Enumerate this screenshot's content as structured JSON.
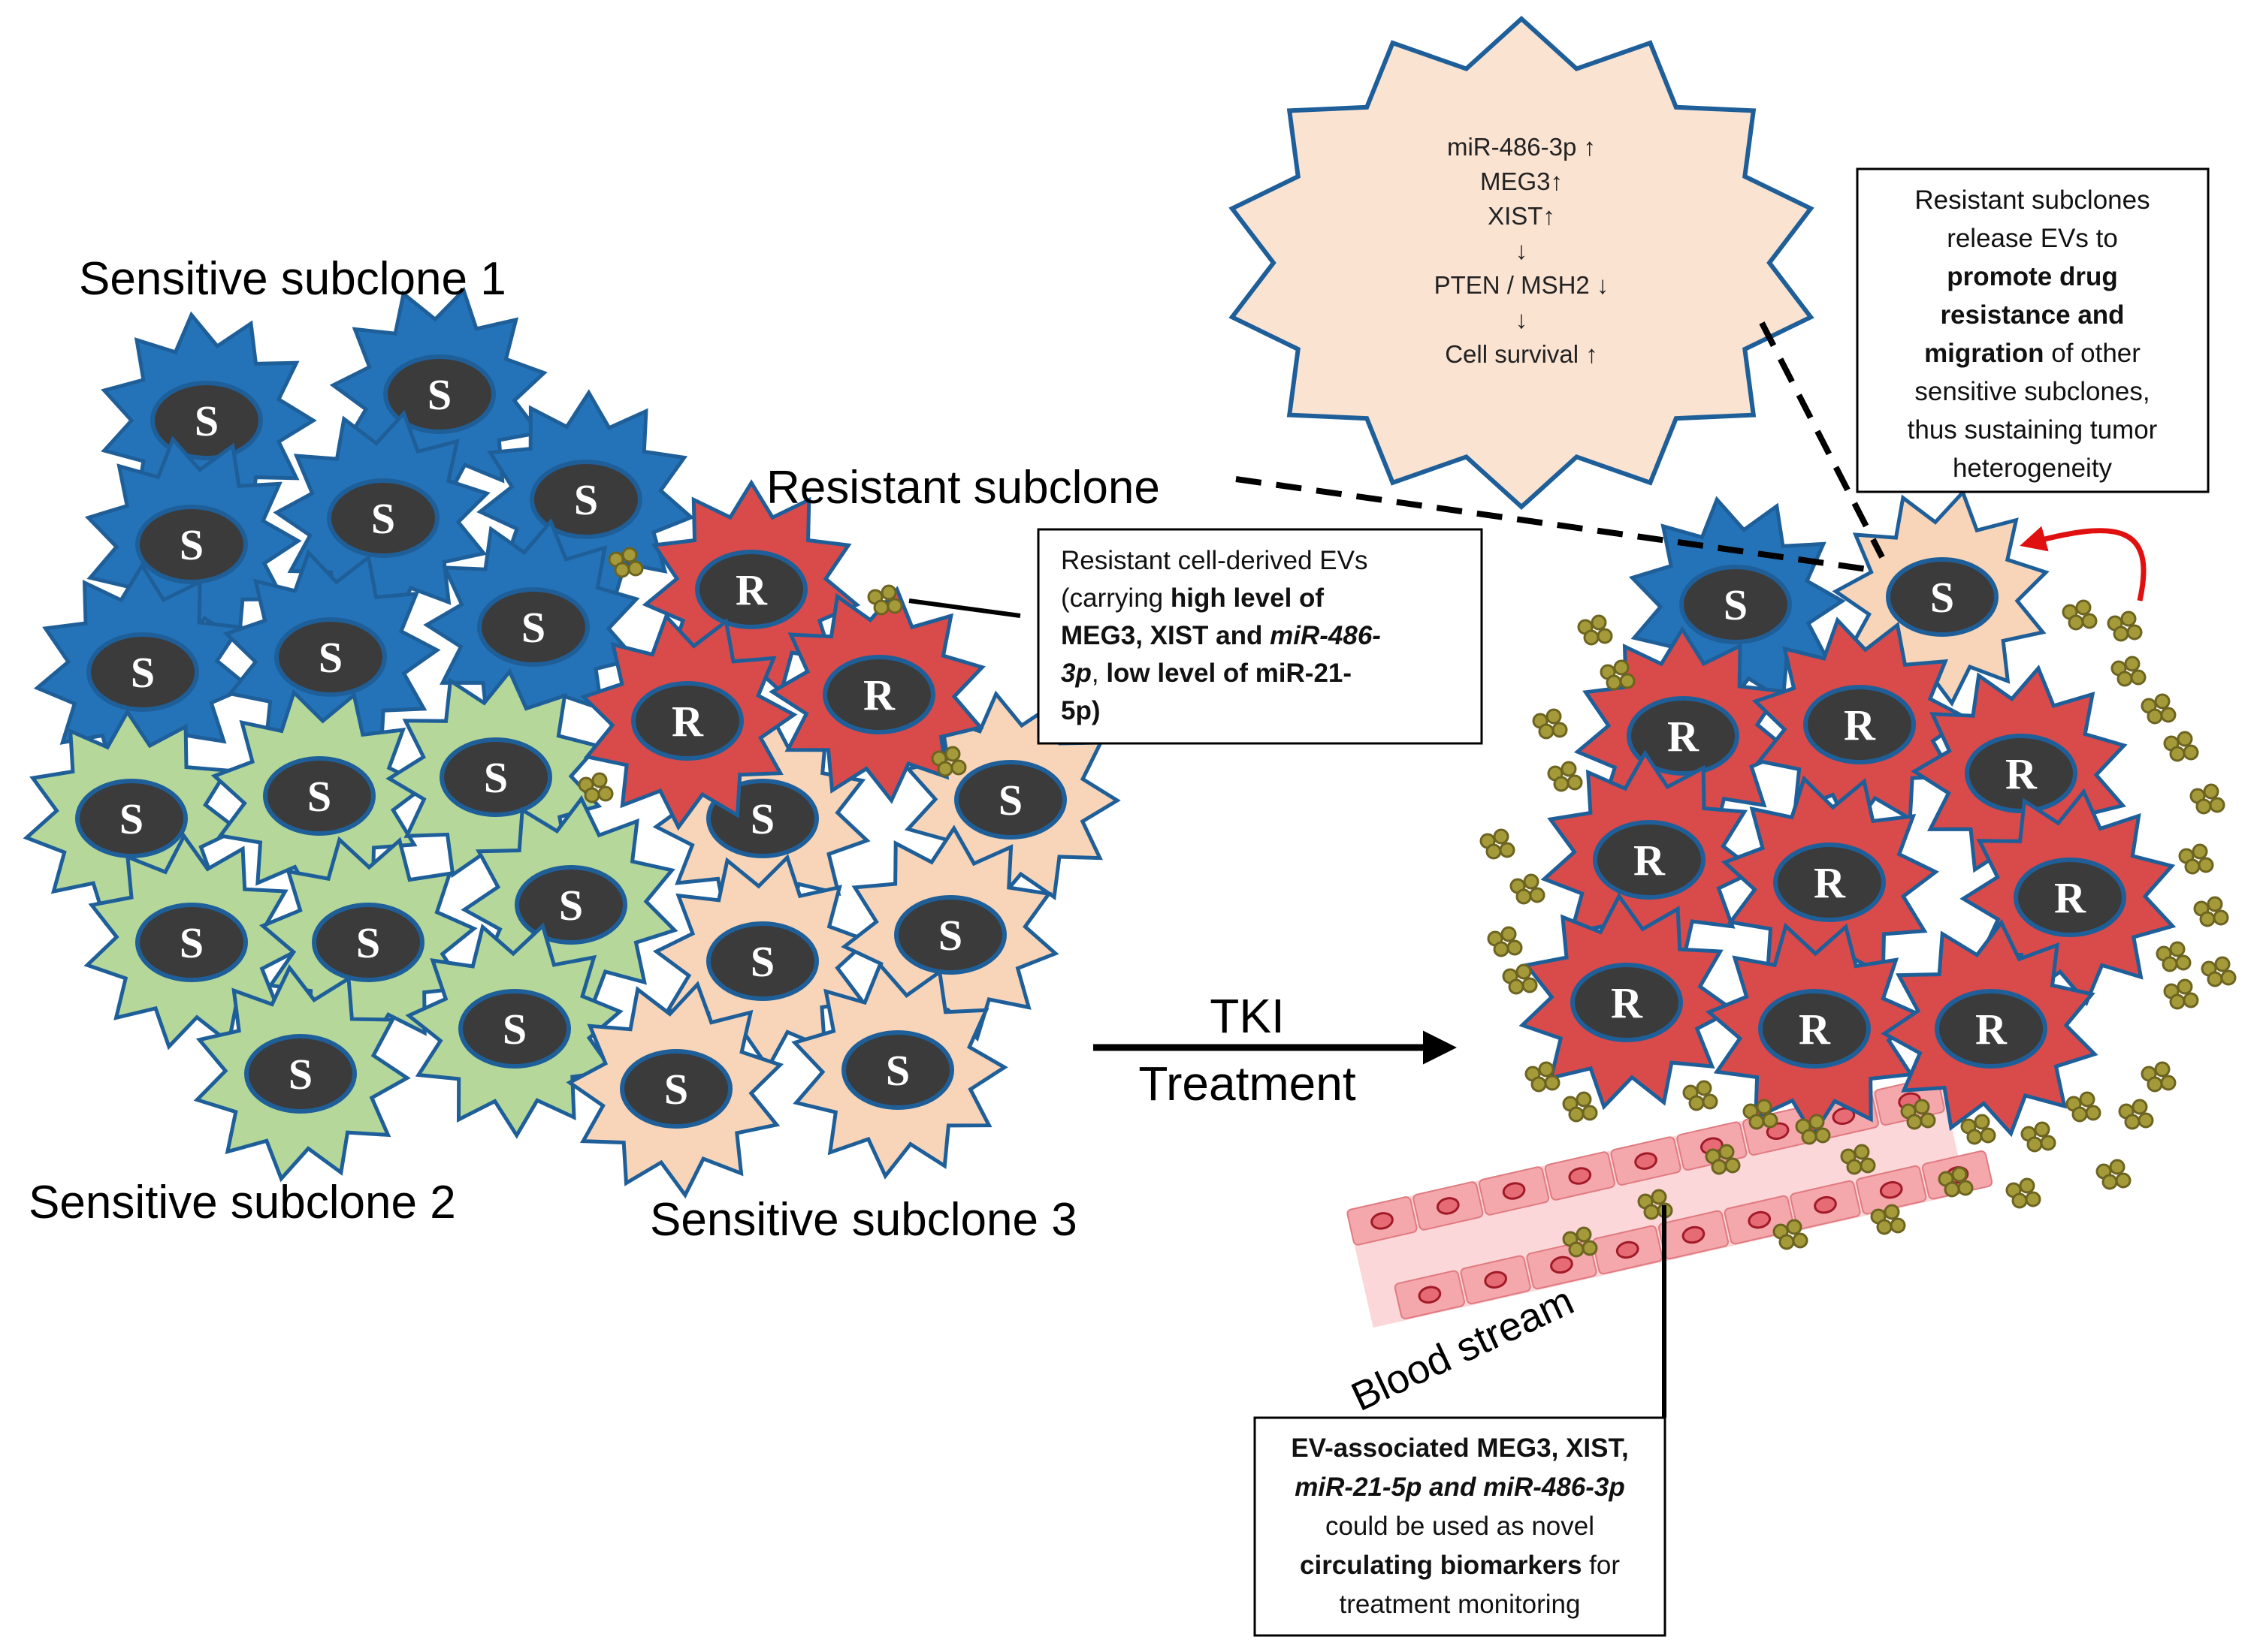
{
  "labels": {
    "sensitive_1": "Sensitive subclone 1",
    "sensitive_2": "Sensitive subclone 2",
    "sensitive_3": "Sensitive subclone 3",
    "resistant": "Resistant subclone",
    "treatment_line1": "TKI",
    "treatment_line2": "Treatment",
    "blood_stream": "Blood stream"
  },
  "cell_letters": {
    "sensitive": "S",
    "resistant": "R"
  },
  "colors": {
    "sensitive_1": "#2473b8",
    "sensitive_2": "#b5d79a",
    "sensitive_3": "#f8d5b8",
    "resistant": "#d94a4a",
    "outline": "#1f5f99",
    "nucleus": "#3b3b3b",
    "ev": "#a59a3a",
    "star_fill": "#fbe3d2",
    "vessel": "#f4a8ac"
  },
  "star_box": {
    "lines": [
      "miR-486-3p  ↑",
      "MEG3↑",
      "XIST↑",
      "↓",
      "PTEN / MSH2 ↓",
      "↓",
      "Cell survival   ↑"
    ]
  },
  "ev_box": {
    "runs": [
      [
        {
          "t": "Resistant cell-derived  EVs"
        }
      ],
      [
        {
          "t": "(carrying "
        },
        {
          "t": "high level of",
          "b": true
        }
      ],
      [
        {
          "t": "MEG3, XIST and ",
          "b": true
        },
        {
          "t": "miR-486-",
          "b": true,
          "i": true
        }
      ],
      [
        {
          "t": "3p",
          "b": true,
          "i": true
        },
        {
          "t": ", "
        },
        {
          "t": "low level of miR-21-",
          "b": true
        }
      ],
      [
        {
          "t": "5p)",
          "b": true
        }
      ]
    ]
  },
  "resist_box": {
    "runs": [
      [
        {
          "t": "Resistant subclones"
        }
      ],
      [
        {
          "t": "release EVs to"
        }
      ],
      [
        {
          "t": "promote drug",
          "b": true
        }
      ],
      [
        {
          "t": "resistance and",
          "b": true
        }
      ],
      [
        {
          "t": "migration",
          "b": true
        },
        {
          "t": " of other"
        }
      ],
      [
        {
          "t": "sensitive subclones,"
        }
      ],
      [
        {
          "t": "thus sustaining tumor"
        }
      ],
      [
        {
          "t": "heterogeneity"
        }
      ]
    ]
  },
  "biomarker_box": {
    "runs": [
      [
        {
          "t": "EV-associated MEG3, XIST,",
          "b": true
        }
      ],
      [
        {
          "t": "miR-21-5p and miR-486-3p",
          "b": true,
          "i": true
        }
      ],
      [
        {
          "t": "could be used as novel"
        }
      ],
      [
        {
          "t": "circulating biomarkers",
          "b": true
        },
        {
          "t": " for"
        }
      ],
      [
        {
          "t": "treatment monitoring"
        }
      ]
    ]
  }
}
